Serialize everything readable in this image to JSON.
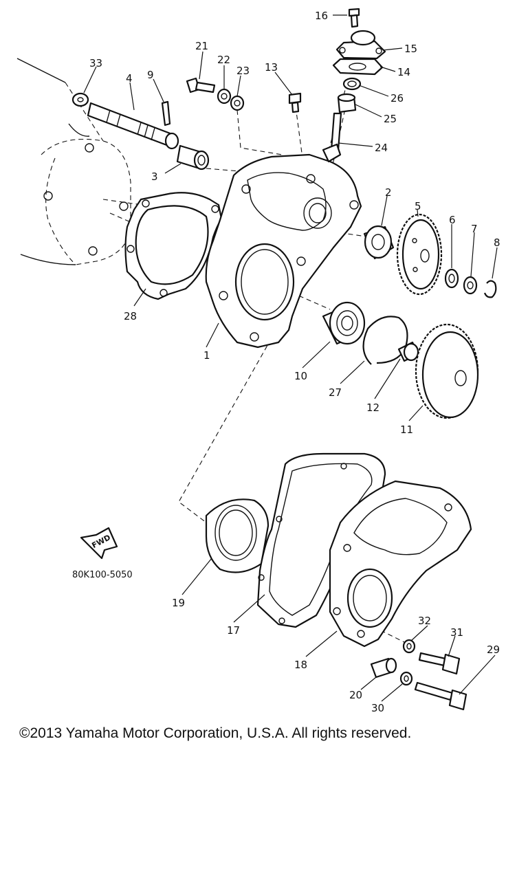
{
  "diagram": {
    "part_code": "80K100-5050",
    "fwd_label": "FWD",
    "callouts": [
      "1",
      "2",
      "3",
      "4",
      "5",
      "6",
      "7",
      "8",
      "9",
      "10",
      "11",
      "12",
      "13",
      "14",
      "15",
      "16",
      "17",
      "18",
      "19",
      "20",
      "21",
      "22",
      "23",
      "24",
      "25",
      "26",
      "27",
      "28",
      "29",
      "30",
      "31",
      "32",
      "33"
    ]
  },
  "footer": {
    "copyright": "©2013 Yamaha Motor Corporation, U.S.A. All rights reserved."
  }
}
